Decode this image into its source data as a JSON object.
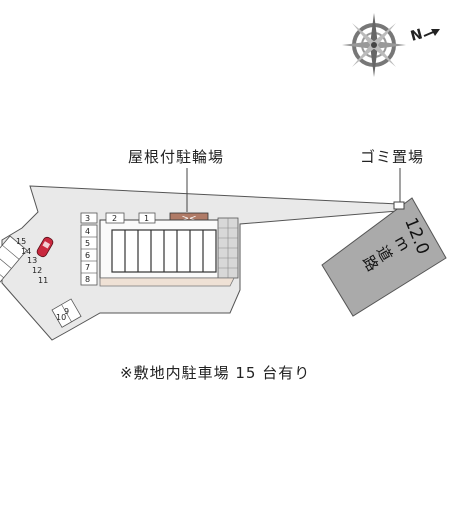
{
  "labels": {
    "bike_parking": "屋根付駐輪場",
    "garbage": "ゴミ置場",
    "road_width": "12.0",
    "road_unit": "m",
    "road_name_1": "道",
    "road_name_2": "路",
    "note": "※敷地内駐車場 15 台有り"
  },
  "compass": {
    "north": "N"
  },
  "parking": {
    "top_row": [
      "3",
      "2",
      "1"
    ],
    "left_column": [
      "4",
      "5",
      "6",
      "7",
      "8"
    ],
    "diagonal": [
      "15",
      "14",
      "13",
      "12",
      "11"
    ],
    "bottom": [
      "10",
      "9"
    ]
  },
  "colors": {
    "site": "#e9e9e9",
    "road": "#aaaaaa",
    "bike_roof": "#b07b67",
    "footpath": "#efe1d5",
    "car": "#c9283e"
  }
}
